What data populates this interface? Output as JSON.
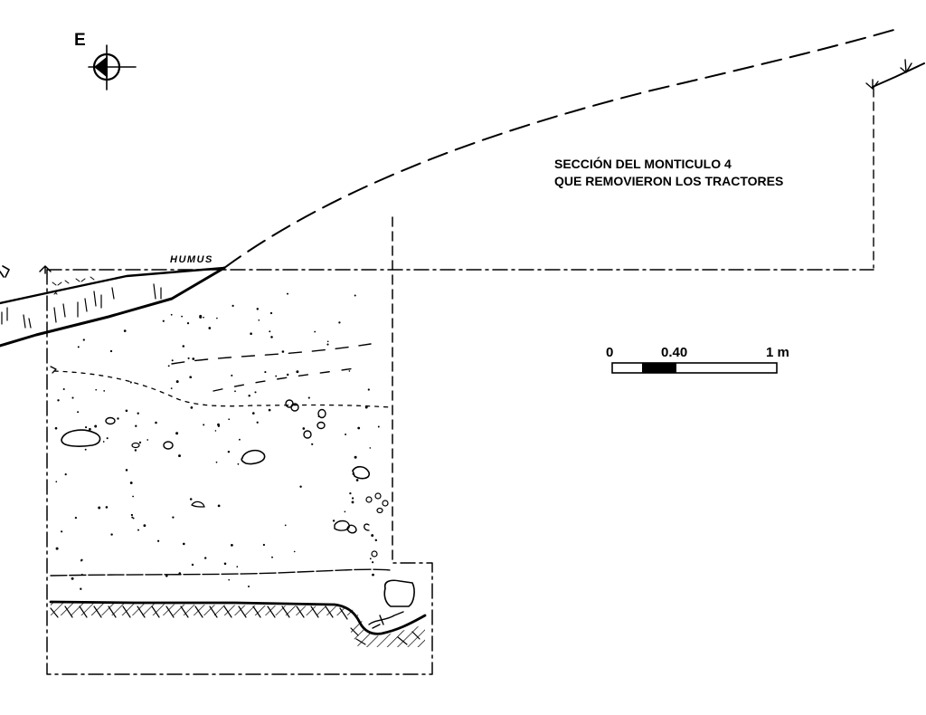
{
  "orientation": {
    "letter": "E"
  },
  "title": {
    "line1": "SECCIÓN DEL MONTICULO 4",
    "line2": "QUE REMOVIERON LOS TRACTORES"
  },
  "layer_label": "HUMUS",
  "scale_bar": {
    "labels": [
      "0",
      "0.40",
      "1 m"
    ]
  }
}
